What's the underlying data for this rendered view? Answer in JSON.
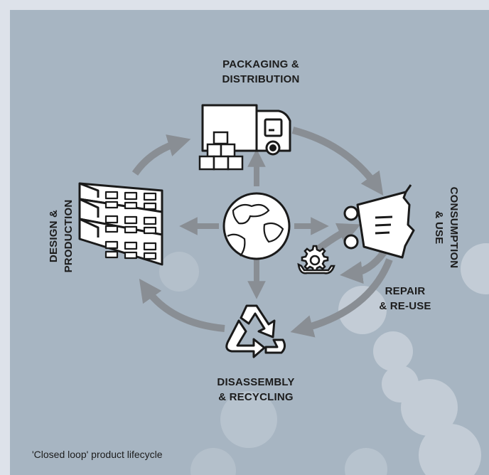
{
  "diagram": {
    "labels": {
      "packaging": {
        "line1": "PACKAGING &",
        "line2": "DISTRIBUTION"
      },
      "consumption": {
        "line1": "CONSUMPTION",
        "line2": "& USE"
      },
      "repair": {
        "line1": "REPAIR",
        "line2": "& RE-USE"
      },
      "disassembly": {
        "line1": "DISASSEMBLY",
        "line2": "& RECYCLING"
      },
      "design": {
        "line1": "DESIGN &",
        "line2": "PRODUCTION"
      }
    },
    "caption": "'Closed loop' product lifecycle"
  },
  "colors": {
    "panel": "#a7b5c2",
    "frame": "#dde2ea",
    "arrow": "#898e94",
    "circles": "#ccd4dc",
    "icon_stroke": "#1a1a1a",
    "icon_fill": "#ffffff"
  },
  "icons": [
    "delivery-truck-icon",
    "boxes-icon",
    "factory-building-icon",
    "globe-icon",
    "shopping-trolley-icon",
    "gear-wrench-icon",
    "recycle-icon"
  ]
}
